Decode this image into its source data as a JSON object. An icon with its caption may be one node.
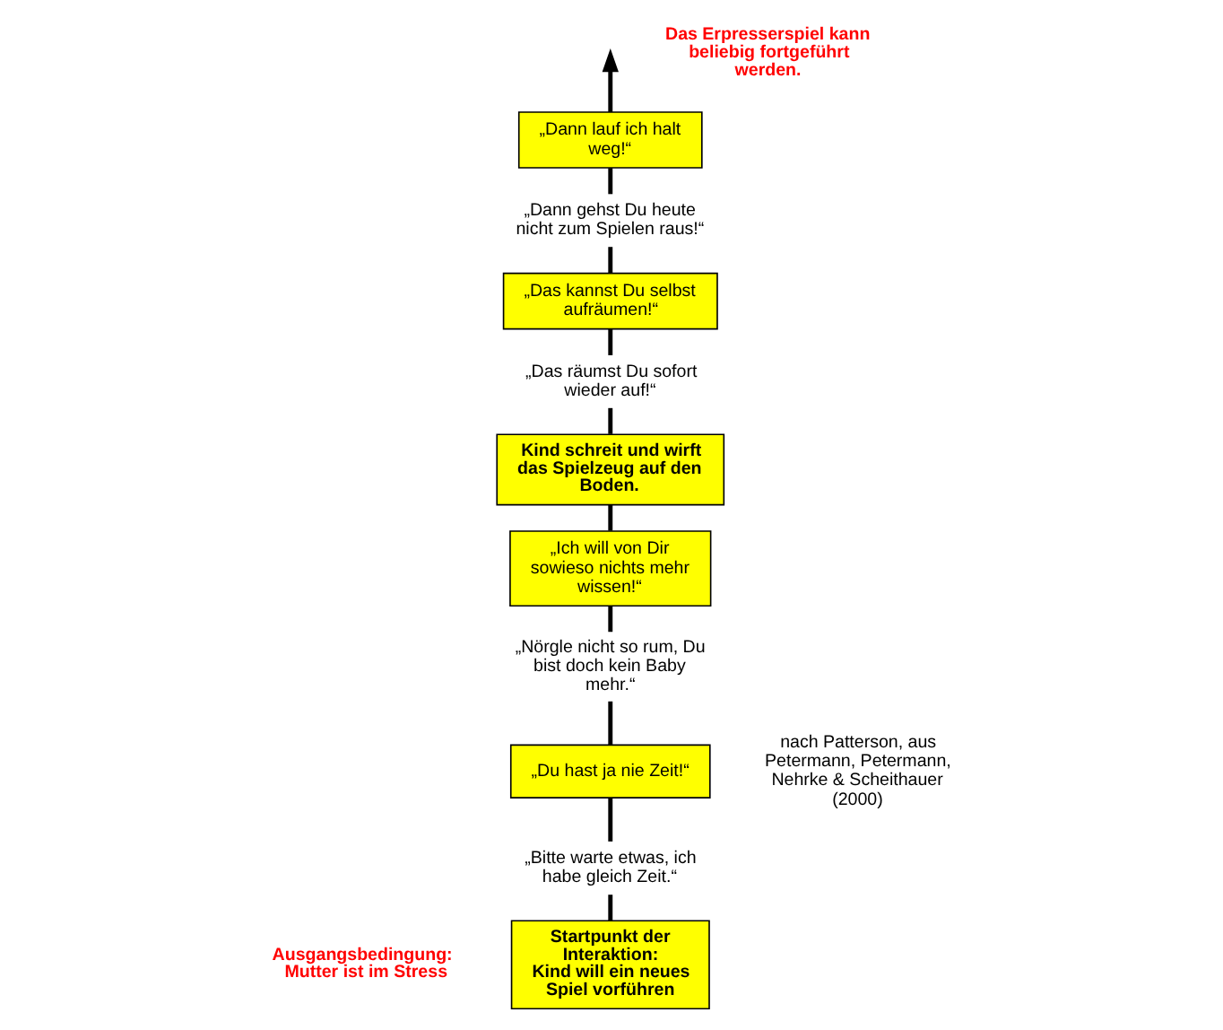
{
  "diagram": {
    "nodes": [
      {
        "text": [
          "„Dann lauf ich halt weg!“"
        ]
      },
      {
        "text": [
          "„Dann gehst Du heute nicht zum Spielen raus!“"
        ]
      },
      {
        "text": [
          "„Das kannst Du selbst aufräumen!“"
        ]
      },
      {
        "text": [
          "„Das räumst Du sofort wieder auf!“"
        ]
      },
      {
        "text": [
          "Kind schreit und wirft das Spielzeug auf den Boden."
        ]
      },
      {
        "text": [
          "„Ich will von Dir sowieso nichts mehr wissen!“"
        ]
      },
      {
        "text": [
          "„Nörgle nicht so rum, Du bist doch kein Baby mehr.“"
        ]
      },
      {
        "text": [
          "„Du hast ja nie Zeit!“"
        ]
      },
      {
        "text": [
          "„Bitte warte etwas, ich habe gleich Zeit.“"
        ]
      },
      {
        "text": [
          "Startpunkt der Interaktion:",
          "Kind will ein neues Spiel vorführen"
        ]
      }
    ],
    "edges": [
      {
        "from": 9,
        "to": 8,
        "arrow": "none"
      },
      {
        "from": 8,
        "to": 7,
        "arrow": "none"
      },
      {
        "from": 7,
        "to": 6,
        "arrow": "none"
      },
      {
        "from": 6,
        "to": 5,
        "arrow": "none"
      },
      {
        "from": 5,
        "to": 4,
        "arrow": "none"
      },
      {
        "from": 4,
        "to": 3,
        "arrow": "none"
      },
      {
        "from": 3,
        "to": 2,
        "arrow": "none"
      },
      {
        "from": 2,
        "to": 1,
        "arrow": "none"
      },
      {
        "from": 1,
        "to": 0,
        "arrow": "none"
      },
      {
        "from": 0,
        "to": null,
        "arrow": "to"
      }
    ],
    "labels": [
      "Das Erpresserspiel kann beliebig fortgeführt werden.",
      "nach Patterson, aus Petermann, Petermann, Nehrke & Scheithauer (2000)",
      "Ausgangsbedingung: Mutter ist im Stress"
    ]
  }
}
